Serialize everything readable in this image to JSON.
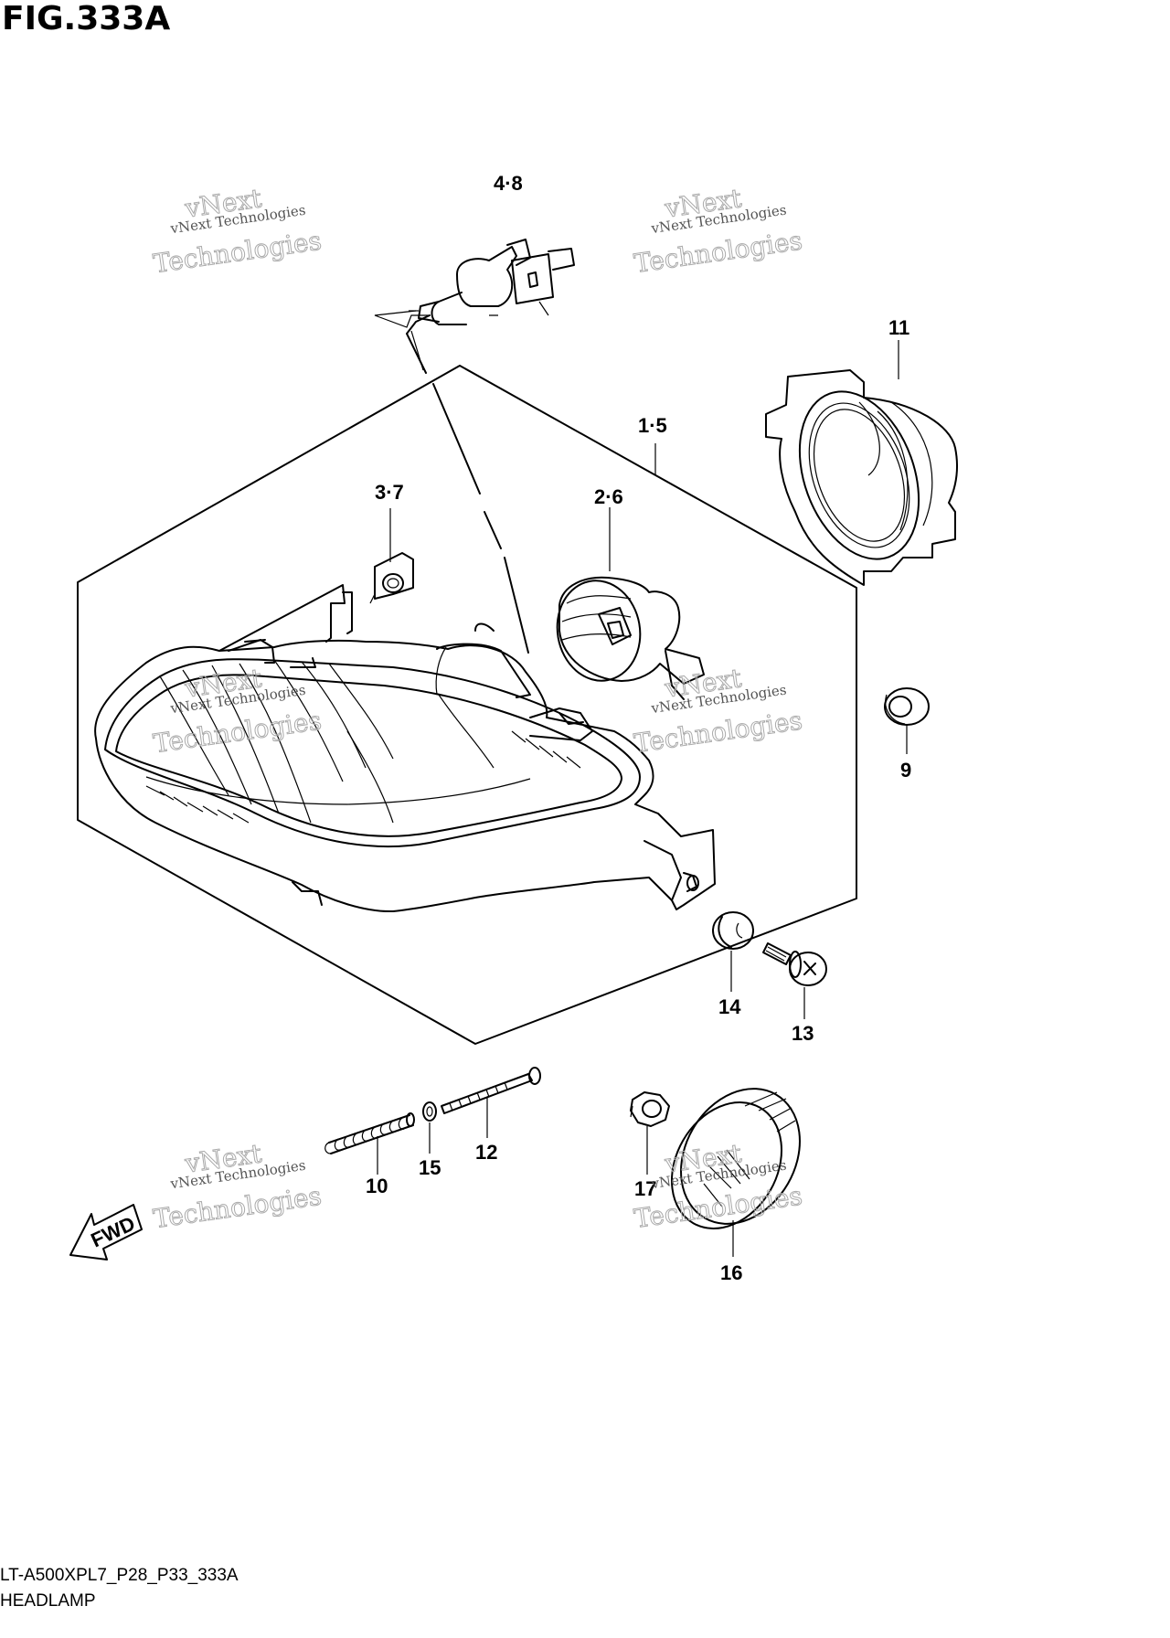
{
  "figure": {
    "title": "FIG.333A",
    "model_code": "LT-A500XPL7_P28_P33_333A",
    "assembly_name": "HEADLAMP"
  },
  "callouts": {
    "c48": "4·8",
    "c11": "11",
    "c15": "1·5",
    "c37": "3·7",
    "c26": "2·6",
    "c9": "9",
    "c14": "14",
    "c13": "13",
    "c12": "12",
    "c10": "10",
    "c15b": "15",
    "c17": "17",
    "c16": "16"
  },
  "direction_marker": {
    "text": "FWD"
  },
  "watermark": {
    "line1": "vNext Technologies",
    "line2": "vNext",
    "line3": "Technologies"
  }
}
